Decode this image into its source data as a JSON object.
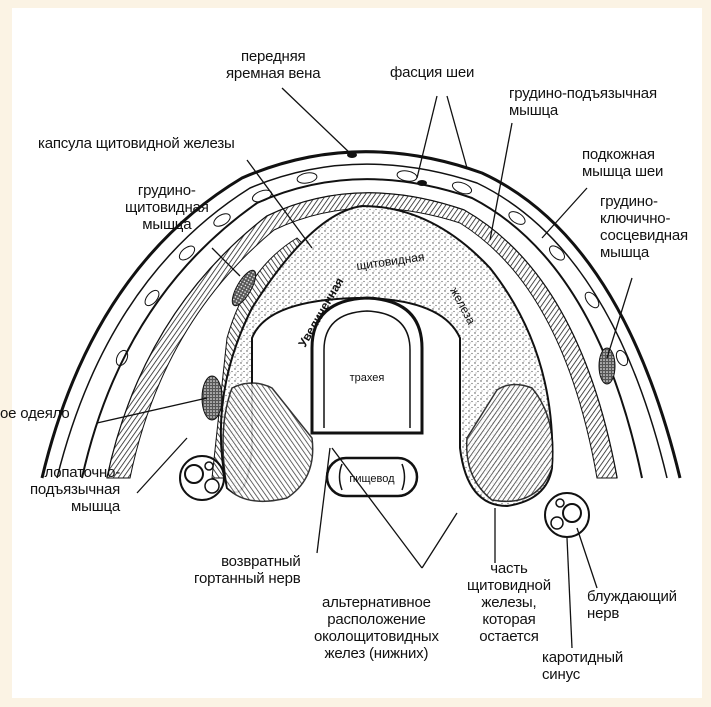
{
  "labels": {
    "anterior_jugular_vein": [
      "передняя",
      "яремная вена"
    ],
    "neck_fascia": "фасция шеи",
    "sternohyoid": [
      "грудино-подъязычная",
      "мышца"
    ],
    "thyroid_capsule": "капсула щитовидной железы",
    "platysma": [
      "подкожная",
      "мышца шеи"
    ],
    "sternothyroid": [
      "грудино-",
      "щитовидная",
      "мышца"
    ],
    "sternocleidomastoid": [
      "грудино-",
      "ключично-",
      "сосцевидная",
      "мышца"
    ],
    "blanket": "ое одеяло",
    "omohyoid": [
      "лопаточно-",
      "подъязычная",
      "мышца"
    ],
    "recurrent_nerve": [
      "возвратный",
      "гортанный нерв"
    ],
    "alt_parathyroid": [
      "альтернативное",
      "расположение",
      "околощитовидных",
      "желез (нижних)"
    ],
    "thyroid_remnant": [
      "часть",
      "щитовидной",
      "железы,",
      "которая",
      "остается"
    ],
    "vagus": [
      "блуждающий",
      "нерв"
    ],
    "carotid_sinus": [
      "каротидный",
      "синус"
    ]
  },
  "organ_labels": {
    "enlarged": "Увеличенная",
    "thyroid": "щитовидная",
    "gland": "железа",
    "trachea": "трахея",
    "esophagus": "пищевод"
  },
  "colors": {
    "page_background": "#fbf3e4",
    "panel": "#ffffff",
    "ink": "#111111"
  }
}
